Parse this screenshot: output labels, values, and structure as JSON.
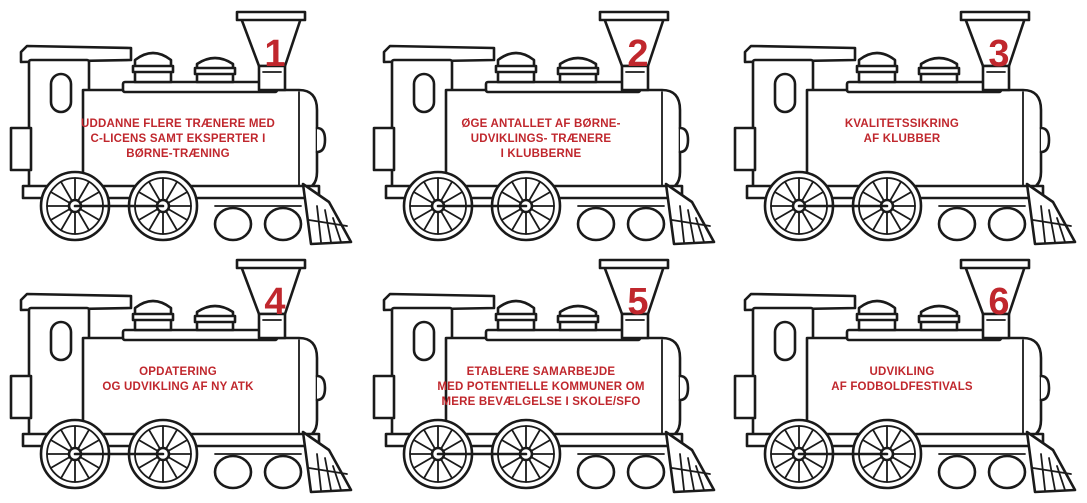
{
  "accent_color": "#c0272d",
  "trains": [
    {
      "number": "1",
      "lines": [
        "UDDANNE FLERE TRÆNERE MED",
        "C-LICENS SAMT EKSPERTER I",
        "BØRNE-TRÆNING"
      ]
    },
    {
      "number": "2",
      "lines": [
        "ØGE ANTALLET AF BØRNE-",
        "UDVIKLINGS- TRÆNERE",
        "I KLUBBERNE"
      ]
    },
    {
      "number": "3",
      "lines": [
        "KVALITETSSIKRING",
        "AF KLUBBER"
      ]
    },
    {
      "number": "4",
      "lines": [
        "OPDATERING",
        "OG UDVIKLING AF NY ATK"
      ]
    },
    {
      "number": "5",
      "lines": [
        "ETABLERE SAMARBEJDE",
        "MED POTENTIELLE KOMMUNER OM",
        "MERE BEVÆLGELSE I SKOLE/SFO"
      ]
    },
    {
      "number": "6",
      "lines": [
        "UDVIKLING",
        "AF FODBOLDFESTIVALS"
      ]
    }
  ]
}
